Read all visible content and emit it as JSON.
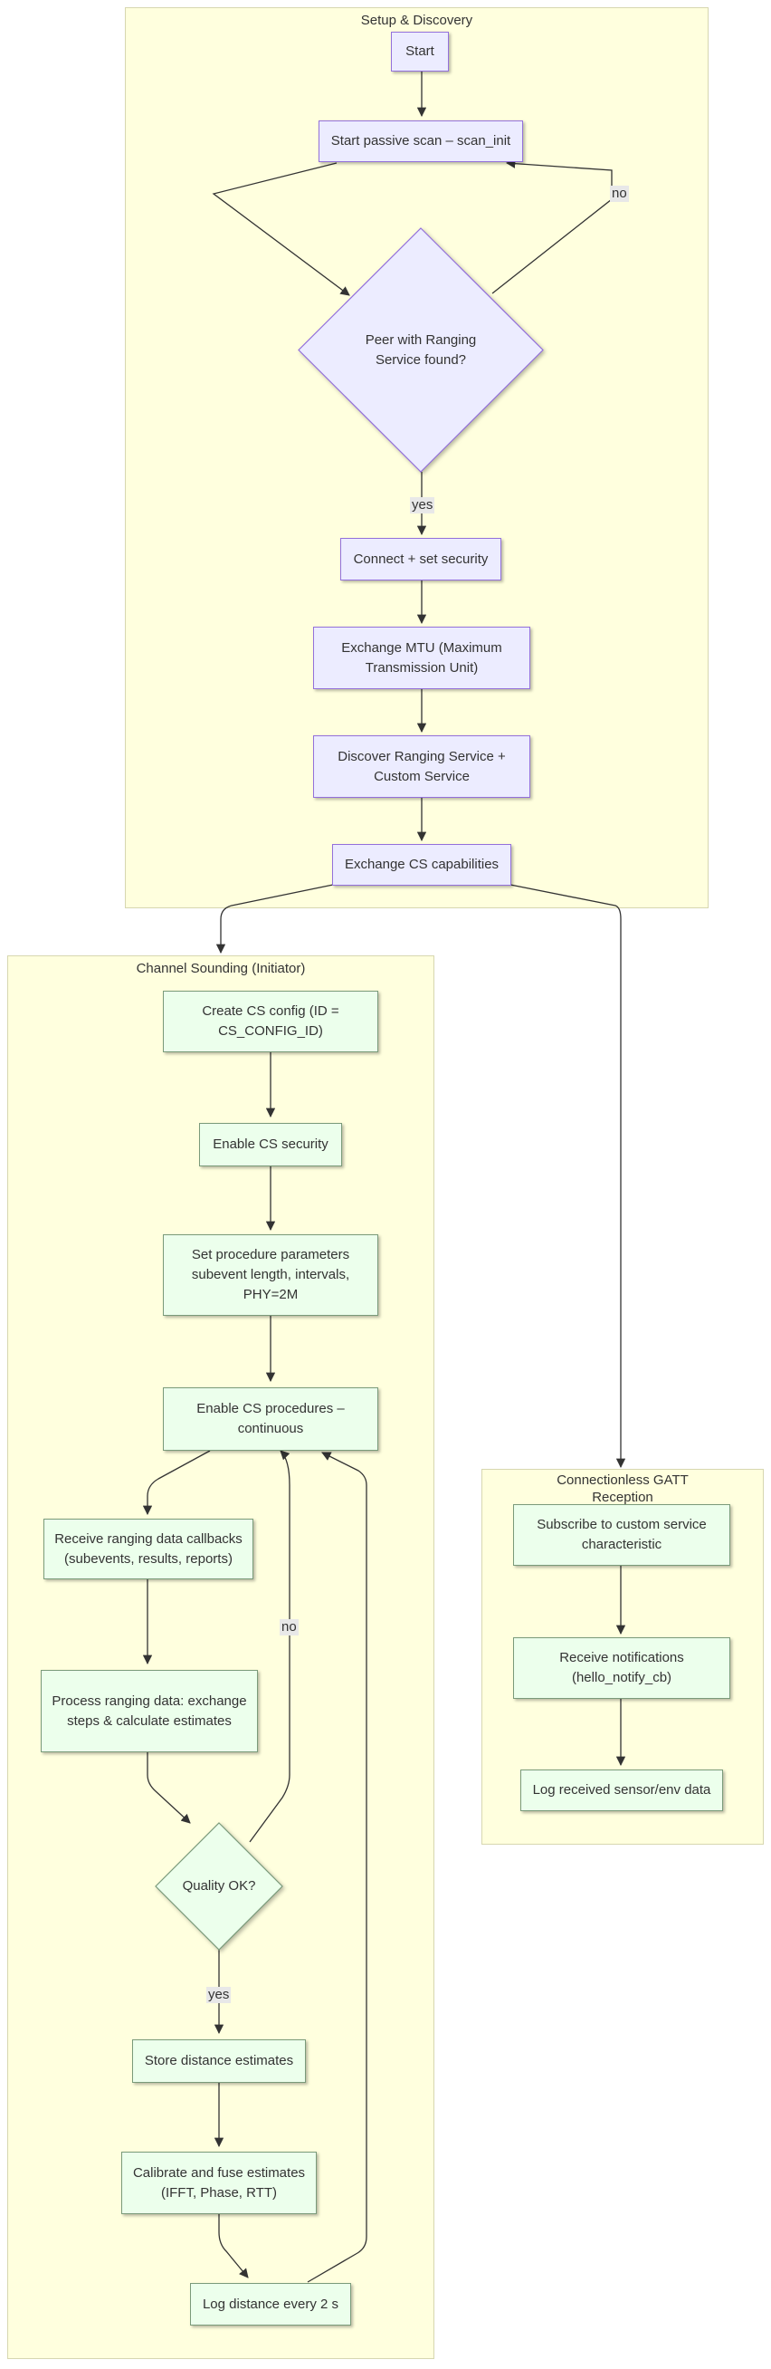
{
  "clusters": {
    "setup": {
      "title": "Setup & Discovery"
    },
    "cs": {
      "title": "Channel Sounding (Initiator)"
    },
    "gatt": {
      "title": "Connectionless GATT\nReception"
    }
  },
  "nodes": {
    "start": "Start",
    "scan": "Start passive scan – scan_init",
    "peer_found": "Peer with Ranging Service found?",
    "connect": "Connect + set security",
    "mtu": "Exchange MTU (Maximum Transmission Unit)",
    "discover": "Discover Ranging Service + Custom Service",
    "cs_caps": "Exchange CS capabilities",
    "create_cfg": "Create CS config (ID = CS_CONFIG_ID)",
    "enable_sec": "Enable CS security",
    "set_params": "Set procedure parameters subevent length, intervals, PHY=2M",
    "enable_proc": "Enable CS procedures – continuous",
    "receive_cb": "Receive ranging data callbacks (subevents, results, reports)",
    "process": "Process ranging data: exchange steps & calculate estimates",
    "quality_ok": "Quality OK?",
    "store": "Store distance estimates",
    "calibrate": "Calibrate and fuse estimates (IFFT, Phase, RTT)",
    "log_dist": "Log distance every 2 s",
    "subscribe": "Subscribe to custom service characteristic",
    "notify": "Receive notifications (hello_notify_cb)",
    "log_env": "Log received sensor/env data"
  },
  "edge_labels": {
    "peer_no": "no",
    "peer_yes": "yes",
    "quality_no": "no",
    "quality_yes": "yes"
  },
  "colors": {
    "cluster_fill": "#ffffde",
    "cluster_border": "#d7d7b0",
    "setup_node_fill": "#ececff",
    "setup_node_border": "#9370db",
    "cs_node_fill": "#ecffec",
    "cs_node_border": "#7a9a7a",
    "edge": "#333333",
    "edge_label_bg": "#e8e8e8"
  }
}
